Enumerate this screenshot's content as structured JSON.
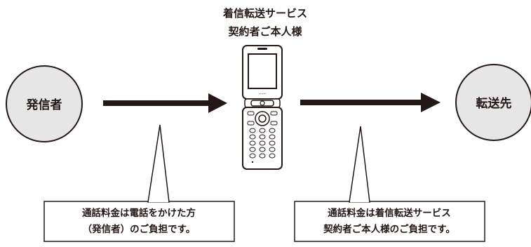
{
  "title": {
    "line1": "着信転送サービス",
    "line2": "契約者ご本人様"
  },
  "caller": {
    "label": "発信者"
  },
  "destination": {
    "label": "転送先"
  },
  "callouts": [
    {
      "line1": "通話料金は電話をかけた方",
      "line2": "（発信者）のご負担です。"
    },
    {
      "line1": "通話料金は着信転送サービス",
      "line2": "契約者ご本人様のご負担です。"
    }
  ],
  "colors": {
    "circle_fill": "#e6e6e6",
    "ink": "#231815"
  },
  "icons": {
    "phone": "flip-phone-icon",
    "arrows": "right-arrow-icon"
  }
}
